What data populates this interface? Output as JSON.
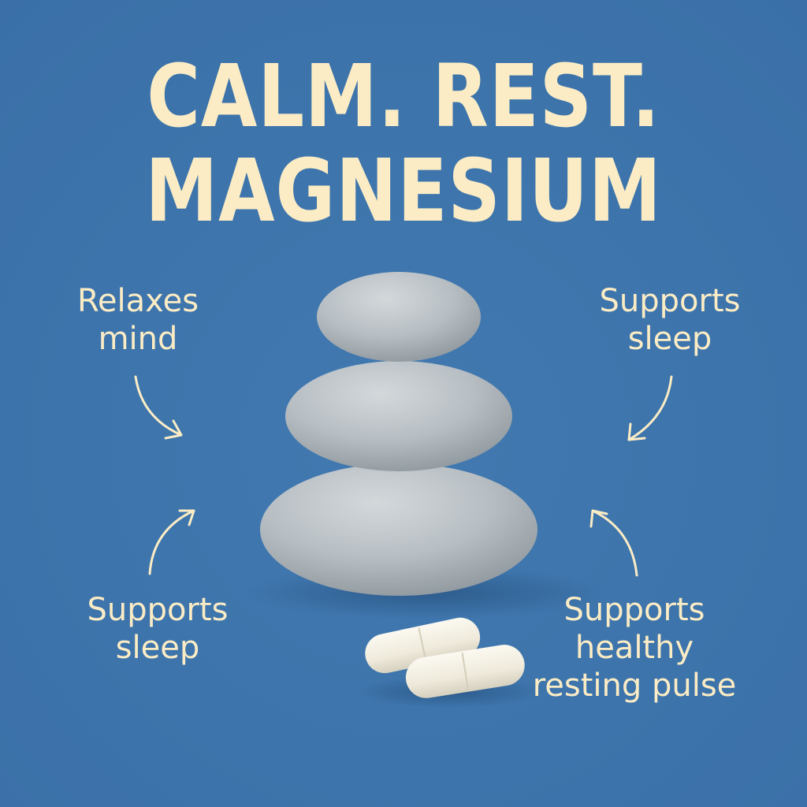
{
  "colors": {
    "background": "#3d74ab",
    "text": "#fbecc5",
    "stone": "#b9c0c5",
    "capsule": "#f3f0e4"
  },
  "headline": {
    "line1": "CALM. REST.",
    "line2": "MAGNESIUM"
  },
  "callouts": {
    "top_left": {
      "line1": "Relaxes",
      "line2": "mind",
      "icon": "curved-arrow-icon"
    },
    "top_right": {
      "line1": "Supports",
      "line2": "sleep",
      "icon": "curved-arrow-icon"
    },
    "bottom_left": {
      "line1": "Supports",
      "line2": "sleep",
      "icon": "curved-arrow-icon"
    },
    "bottom_right": {
      "line1": "Supports",
      "line2": "healthy",
      "line3": "resting pulse",
      "icon": "curved-arrow-icon"
    }
  },
  "illustration": {
    "stones": 3,
    "capsules": 2
  }
}
